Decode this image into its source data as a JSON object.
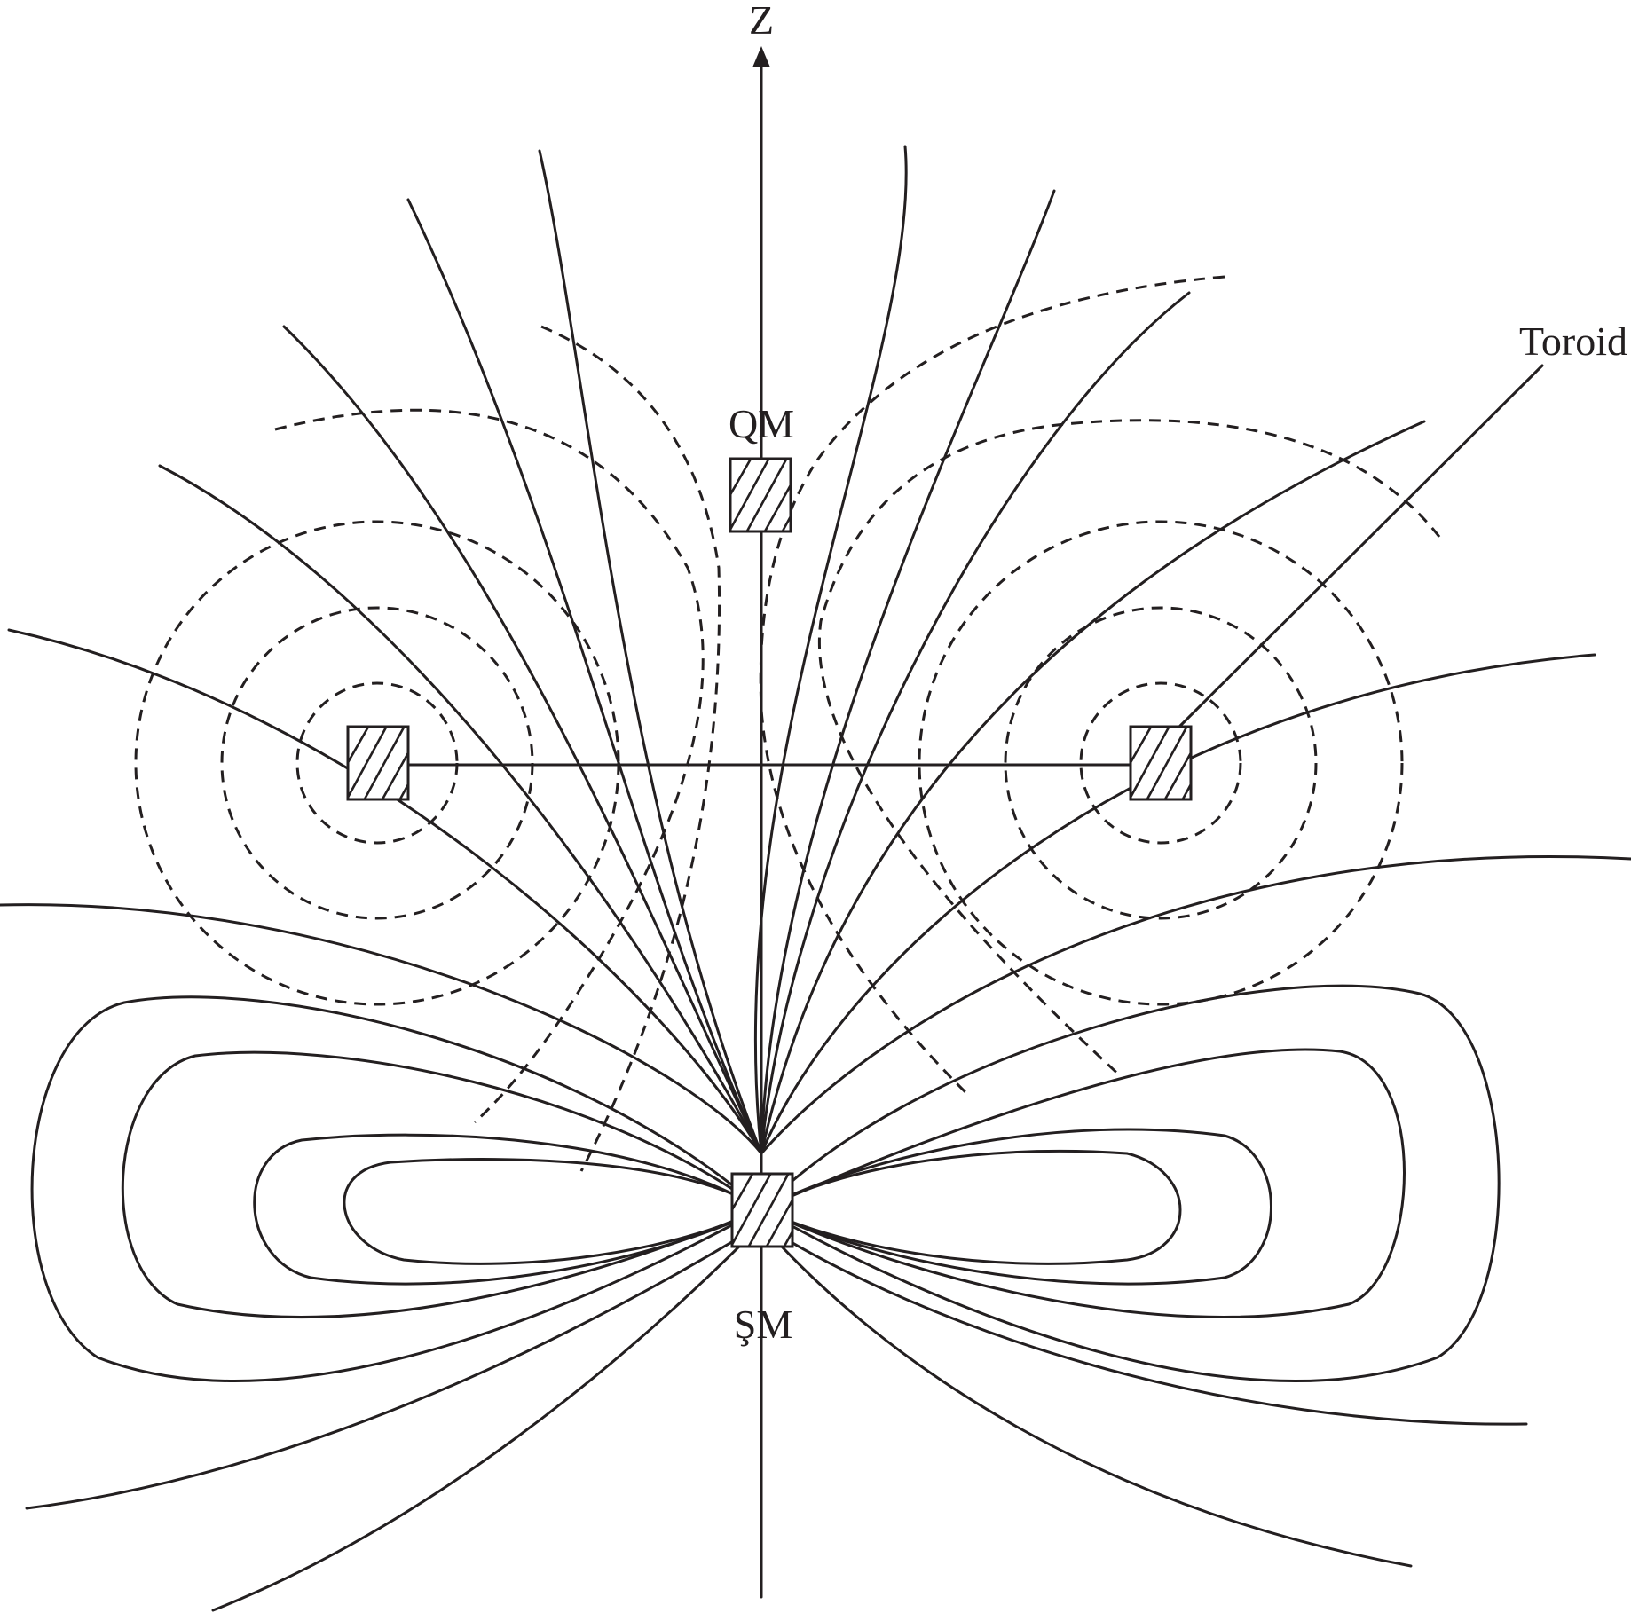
{
  "labels": {
    "axis": "Z",
    "upper_magnet": "QM",
    "lower_magnet": "ŞM",
    "toroid": "Toroid"
  },
  "colors": {
    "ink": "#231f20",
    "background": "#ffffff"
  }
}
